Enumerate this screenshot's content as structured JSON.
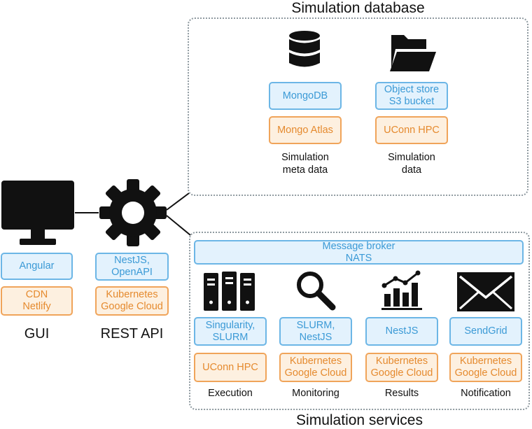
{
  "database": {
    "title": "Simulation database",
    "meta": {
      "tech": "MongoDB",
      "host": "Mongo Atlas",
      "caption": "Simulation\nmeta data",
      "icon": "database-icon"
    },
    "data": {
      "tech": "Object store\nS3 bucket",
      "host": "UConn HPC",
      "caption": "Simulation\ndata",
      "icon": "folder-icon"
    }
  },
  "gui": {
    "label": "GUI",
    "tech": "Angular",
    "host": "CDN\nNetlify",
    "icon": "monitor-icon"
  },
  "api": {
    "label": "REST API",
    "tech": "NestJS,\nOpenAPI",
    "host": "Kubernetes\nGoogle Cloud",
    "icon": "gear-icon"
  },
  "services": {
    "title": "Simulation services",
    "broker": "Message broker\nNATS",
    "execution": {
      "tech": "Singularity,\nSLURM",
      "host": "UConn HPC",
      "caption": "Execution",
      "icon": "server-rack-icon"
    },
    "monitoring": {
      "tech": "SLURM,\nNestJS",
      "host": "Kubernetes\nGoogle Cloud",
      "caption": "Monitoring",
      "icon": "magnifier-icon"
    },
    "results": {
      "tech": "NestJS",
      "host": "Kubernetes\nGoogle Cloud",
      "caption": "Results",
      "icon": "bar-chart-icon"
    },
    "notification": {
      "tech": "SendGrid",
      "host": "Kubernetes\nGoogle Cloud",
      "caption": "Notification",
      "icon": "envelope-icon"
    }
  },
  "colors": {
    "tech_border": "#6cb6e6",
    "tech_text": "#3b9ad6",
    "host_border": "#f0a45a",
    "host_text": "#e58a2e",
    "group_border": "#8f9aa0"
  }
}
